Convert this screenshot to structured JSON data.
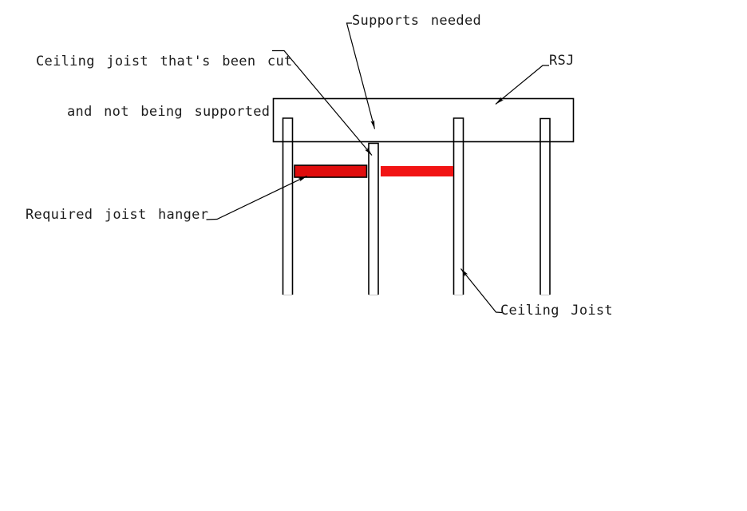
{
  "colors": {
    "background": "#ffffff",
    "line": "#000000",
    "text": "#1c1c1c",
    "hanger_red": "#e00d0d",
    "cut_red": "#f11414"
  },
  "labels": {
    "cut_note_line1": "Ceiling joist that's been cut",
    "cut_note_line2": "and not being supported",
    "supports_needed": "Supports needed",
    "rsj": "RSJ",
    "required_hanger": "Required joist hanger",
    "ceiling_joist": "Ceiling Joist"
  },
  "diagram": {
    "beam": "RSJ",
    "joists": [
      "ceiling-joist-1",
      "cut-ceiling-joist",
      "ceiling-joist-3",
      "ceiling-joist-4"
    ],
    "red_markers": [
      "required-joist-hanger",
      "cut-section"
    ]
  }
}
